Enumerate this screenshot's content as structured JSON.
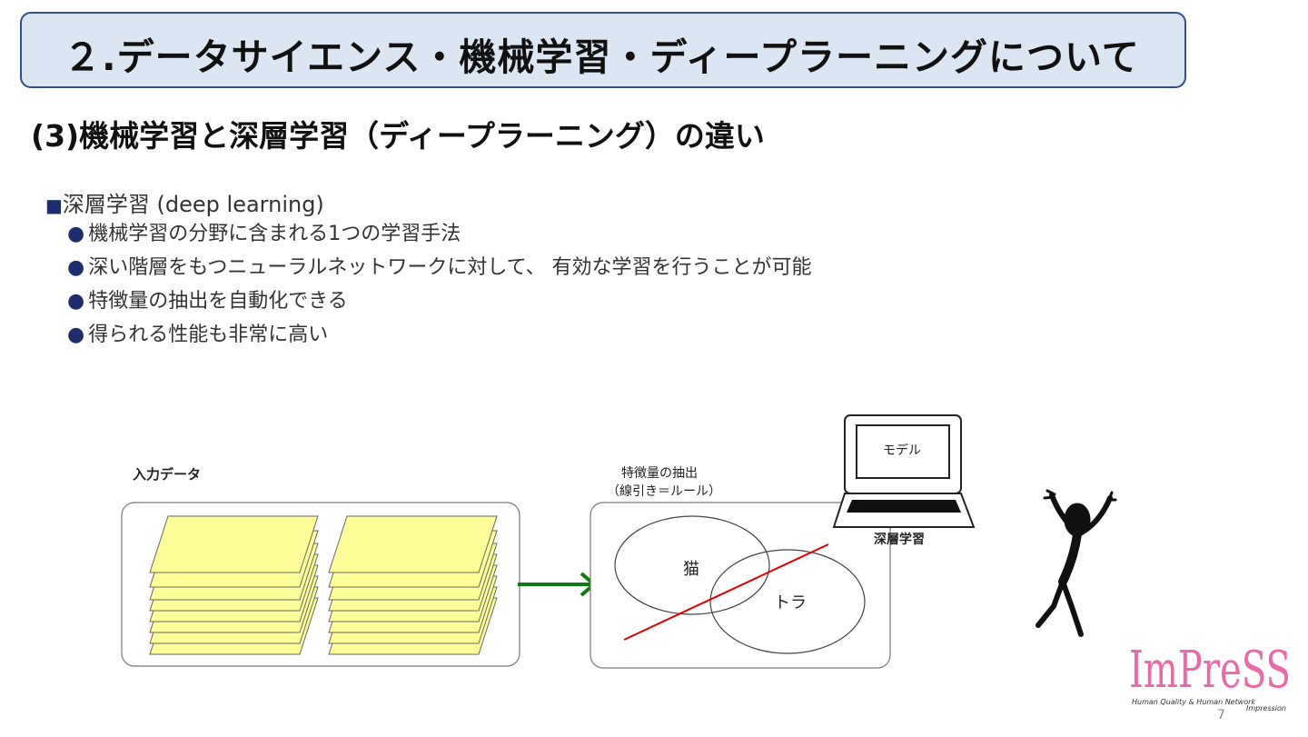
{
  "title": "２.データサイエンス・機械学習・ディープラーニングについて",
  "subtitle": "(3)機械学習と深層学習（ディープラーニング）の違い",
  "section": {
    "marker": "■",
    "heading": "深層学習 (deep learning)",
    "bullet_marker": "●",
    "bullets": [
      "機械学習の分野に含まれる1つの学習手法",
      "深い階層をもつニューラルネットワークに対して、 有効な学習を行うことが可能",
      "特徴量の抽出を自動化できる",
      "得られる性能も非常に高い"
    ]
  },
  "diagram": {
    "input_label": "入力データ",
    "feature_label_line1": "特徴量の抽出",
    "feature_label_line2": "（線引き＝ルール）",
    "cat_label": "猫",
    "tiger_label": "トラ",
    "model_label": "モデル",
    "deep_learning_label": "深層学習",
    "colors": {
      "paper": "#ffff99",
      "arrow": "#107a10",
      "line": "#e00000"
    }
  },
  "logo": {
    "text": "ImPreSS",
    "tagline": "Human Quality & Human Network",
    "sub": "Impression"
  },
  "page_number": "7"
}
